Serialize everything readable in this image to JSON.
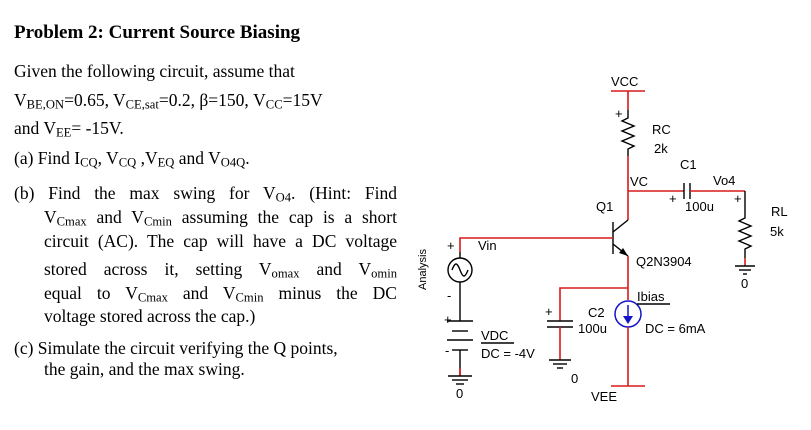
{
  "problem": {
    "title": "Problem 2: Current Source Biasing",
    "given_line1": "Given the following circuit, assume that",
    "given_line2": {
      "v1": "V",
      "s1": "BE,ON",
      "t1": "=0.65, V",
      "s2": "CE,sat",
      "t2": "=0.2, β=150, V",
      "s3": "CC",
      "t3": "=15V"
    },
    "given_line3": {
      "t1": "and V",
      "s1": "EE",
      "t2": "= -15V."
    },
    "part_a": {
      "t1": "(a) Find I",
      "s1": "CQ",
      "t2": ", V",
      "s2": "CQ",
      "t3": " ,V",
      "s3": "EQ",
      "t4": " and V",
      "s4": "O4Q",
      "t5": "."
    },
    "part_b1": {
      "t1": "(b) Find the max swing for V",
      "s1": "O4",
      "t2": ". (Hint: Find"
    },
    "part_b2": {
      "t1": "V",
      "s1": "Cmax",
      "t2": " and V",
      "s2": "Cmin",
      "t3": " assuming the cap is a short"
    },
    "part_b3": "circuit (AC). The cap will have a DC voltage",
    "part_b4": {
      "t1": "stored across it, setting V",
      "s1": "omax",
      "t2": " and V",
      "s2": "omin"
    },
    "part_b5": {
      "t1": "equal to V",
      "s1": "Cmax",
      "t2": " and V",
      "s2": "Cmin",
      "t3": " minus the DC"
    },
    "part_b6": "voltage stored across the cap.)",
    "part_c1": "(c) Simulate the circuit verifying the Q points,",
    "part_c2": "the gain, and the max swing."
  },
  "circuit": {
    "vcc": "VCC",
    "vee": "VEE",
    "rc_name": "RC",
    "rc_value": "2k",
    "c1_name": "C1",
    "c1_value": "100u",
    "vo4": "Vo4",
    "rl_name": "RL",
    "rl_value": "5k",
    "q1_name": "Q1",
    "q1_model": "Q2N3904",
    "vc": "VC",
    "vin": "Vin",
    "analysis": "Analysis",
    "vdc_name": "VDC",
    "vdc_value": "DC = -4V",
    "c2_name": "C2",
    "c2_value": "100u",
    "ibias_name": "Ibias",
    "ibias_value": "DC = 6mA",
    "plus": "+",
    "minus": "-",
    "gnd": "0"
  }
}
